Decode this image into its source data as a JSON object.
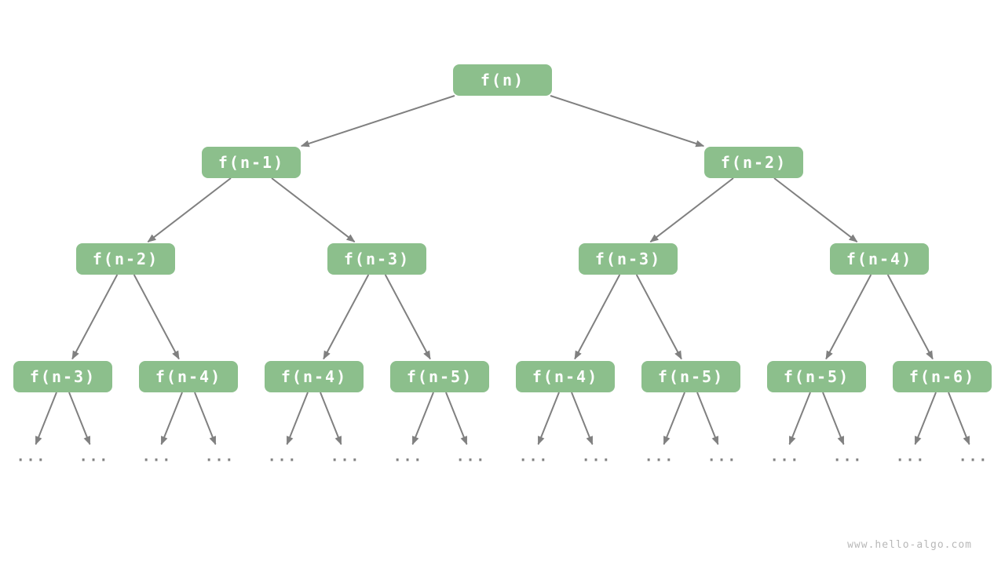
{
  "diagram": {
    "type": "recursion-tree",
    "node_fill": "#8CBF8C",
    "node_text_color": "#ffffff",
    "edge_color": "#808080",
    "dots_color": "#808080",
    "watermark": "www.hello-algo.com",
    "levels": [
      {
        "labels": [
          "f(n)"
        ]
      },
      {
        "labels": [
          "f(n-1)",
          "f(n-2)"
        ]
      },
      {
        "labels": [
          "f(n-2)",
          "f(n-3)",
          "f(n-3)",
          "f(n-4)"
        ]
      },
      {
        "labels": [
          "f(n-3)",
          "f(n-4)",
          "f(n-4)",
          "f(n-5)",
          "f(n-4)",
          "f(n-5)",
          "f(n-5)",
          "f(n-6)"
        ]
      },
      {
        "labels": [
          "...",
          "...",
          "...",
          "...",
          "...",
          "...",
          "...",
          "...",
          "...",
          "...",
          "...",
          "...",
          "...",
          "...",
          "...",
          "..."
        ]
      }
    ]
  }
}
